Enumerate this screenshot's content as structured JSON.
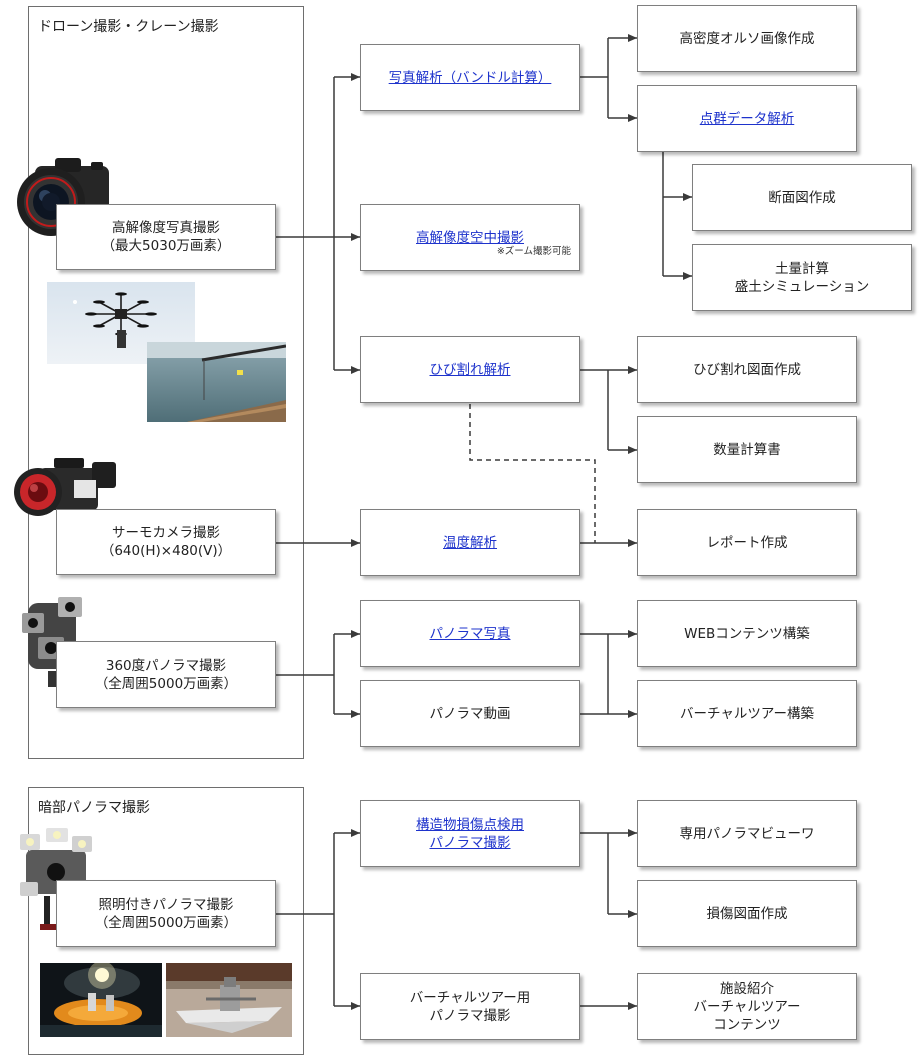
{
  "groups": {
    "drone": {
      "title": "ドローン撮影・クレーン撮影"
    },
    "dark": {
      "title": "暗部パノラマ撮影"
    }
  },
  "sources": {
    "photo": {
      "line1": "高解像度写真撮影",
      "line2": "（最大5030万画素）"
    },
    "thermo": {
      "line1": "サーモカメラ撮影",
      "line2": "（640(H)×480(V)）"
    },
    "panorama": {
      "line1": "360度パノラマ撮影",
      "line2": "（全周囲5000万画素）"
    },
    "lit": {
      "line1": "照明付きパノラマ撮影",
      "line2": "（全周囲5000万画素）"
    }
  },
  "processes": {
    "bundle": {
      "label": "写真解析（バンドル計算）"
    },
    "aerial": {
      "label": "高解像度空中撮影",
      "note": "※ズーム撮影可能"
    },
    "crack": {
      "label": "ひび割れ解析"
    },
    "temp": {
      "label": "温度解析"
    },
    "pano_photo": {
      "label": "パノラマ写真"
    },
    "pano_video": {
      "label": "パノラマ動画"
    },
    "struct": {
      "line1": "構造物損傷点検用",
      "line2": "パノラマ撮影"
    },
    "vt_shoot": {
      "line1": "バーチャルツアー用",
      "line2": "パノラマ撮影"
    }
  },
  "outputs": {
    "ortho": {
      "label": "高密度オルソ画像作成"
    },
    "pointcloud": {
      "label": "点群データ解析"
    },
    "section": {
      "label": "断面図作成"
    },
    "earthwork": {
      "line1": "土量計算",
      "line2": "盛土シミュレーション"
    },
    "crack_map": {
      "label": "ひび割れ図面作成"
    },
    "quantity": {
      "label": "数量計算書"
    },
    "report": {
      "label": "レポート作成"
    },
    "web": {
      "label": "WEBコンテンツ構築"
    },
    "vtour": {
      "label": "バーチャルツアー構築"
    },
    "viewer": {
      "label": "専用パノラマビューワ"
    },
    "damage_map": {
      "label": "損傷図面作成"
    },
    "facility": {
      "line1": "施設紹介",
      "line2": "バーチャルツアー",
      "line3": "コンテンツ"
    }
  },
  "colors": {
    "link": "#1e33cc",
    "line": "#3a3a3a",
    "border": "#7f7f7f"
  }
}
